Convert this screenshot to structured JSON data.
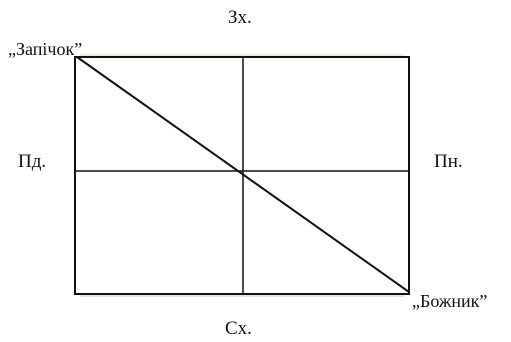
{
  "labels": {
    "top": "Зх.",
    "bottom": "Сх.",
    "left": "Пд.",
    "right": "Пн.",
    "top_left_corner": "„Запічок”",
    "bottom_right_corner": "„Божник”"
  },
  "colors": {
    "line": "#111111",
    "edge_tint_top": "#b58a2c",
    "edge_tint_bottom": "#5a8a3a"
  }
}
